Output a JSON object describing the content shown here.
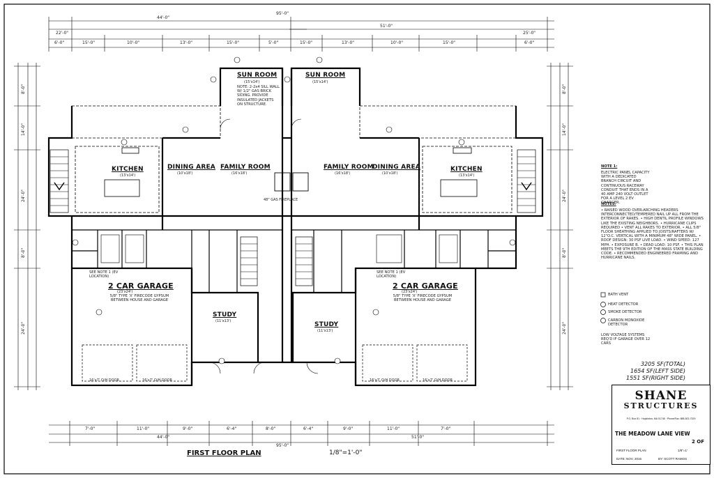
{
  "plan": {
    "title": "FIRST FLOOR PLAN",
    "scale": "1/8\"=1'-0\""
  },
  "rooms": {
    "sun_left": "SUN ROOM",
    "sun_left_dim": "(15'x14')",
    "sun_right": "SUN ROOM",
    "sun_right_dim": "(15'x14')",
    "kitchen_left": "KITCHEN",
    "kitchen_left_dim": "(13'x14')",
    "dining_left": "DINING AREA",
    "dining_left_dim": "(10'x18')",
    "family_left": "FAMILY ROOM",
    "family_left_dim": "(16'x18')",
    "family_right": "FAMILY ROOM",
    "family_right_dim": "(16'x18')",
    "dining_right": "DINING AREA",
    "dining_right_dim": "(10'x18')",
    "kitchen_right": "KITCHEN",
    "kitchen_right_dim": "(13'x14')",
    "garage_left": "2 CAR GARAGE",
    "garage_left_dim": "(23'x24')",
    "garage_right": "2 CAR GARAGE",
    "garage_right_dim": "(23'x24')",
    "study_left": "STUDY",
    "study_left_dim": "(11'x13')",
    "study_right": "STUDY",
    "study_right_dim": "(11'x13')"
  },
  "notes": {
    "sun_note": "NOTE: 2-2x4 SILL WALL W/ 1/2\" GAS BRICK SIDING. PROVIDE INSULATED JACKETS ON STRUCTURE.",
    "garage_fire_left": "5/8\" TYPE 'X' FIRECODE GYPSUM BETWEEN HOUSE AND GARAGE",
    "garage_fire_right": "5/8\" TYPE 'X' FIRECODE GYPSUM BETWEEN HOUSE AND GARAGE",
    "see_note_left": "SEE NOTE 1 (EV LOCATION)",
    "see_note_right": "SEE NOTE 1 (EV LOCATION)",
    "fireplace": "48\" GAS FIREPLACE",
    "door_left_a": "16'x7' O/H DOOR",
    "door_left_b": "16'x7' O/H DOOR",
    "door_right_a": "16'x7' O/H DOOR",
    "door_right_b": "16'x7' O/H DOOR",
    "note1_title": "NOTE 1:",
    "note1_body": "ELECTRIC PANEL CAPACITY WITH A DEDICATED BRANCH CIRCUIT AND CONTINUOUS RACEWAY CONDUIT THAT ENDS IN A 40 AMP 240 VOLT OUTLET FOR A LEVEL 2 EV CHARGER.",
    "notes_title": "NOTES:",
    "notes_body": "• RAISED WOOD OVER-ARCHING HEADERS INTERCONNECTED/TEMPERED NAIL UP ALL FROM THE EXTERIOR OF RAKES. • HIGH DENTIL PROFILE WINDOWS LIKE THE EXISTING NEIGHBORS. • HURRICANE CLIPS REQUIRED • VENT ALL RAKES TO EXTERIOR. • ALL 5/8\" FLOOR SHEATHING APPLIED TO JOISTS/RAFTERS W/ 12\"O.C. VERTICAL WITH A MINIMUM 48\" WIDE PANEL. • ROOF DESIGN: 30 PSF LIVE LOAD. • WIND SPEED: 127 MPH. • EXPOSURE B. • DEAD LOAD: 10 PSF. • THIS PLAN MEETS THE 9TH EDITION OF THE MASS STATE BUILDING CODE. • RECOMMENDED ENGINEERED FRAMING AND HURRICANE NAILS.",
    "legend_bath": "BATH VENT",
    "legend_heat": "HEAT DETECTOR",
    "legend_smoke": "SMOKE DETECTOR",
    "legend_co": "CARBON MONOXIDE DETECTOR",
    "legend_low": "LOW VOLTAGE SYSTEMS REQ'D IF GARAGE OVER 12 CARS"
  },
  "areas": {
    "total": "3205 SF(TOTAL)",
    "left": "1654 SF(LEFT SIDE)",
    "right": "1551 SF(RIGHT SIDE)"
  },
  "title_block": {
    "company_top": "SHANE",
    "company_bottom": "STRUCTURES",
    "address": "P.O. Box 81 · Hopkinton, MA 01748 · Phone/Fax: 888-502-7329",
    "project": "THE MEADOW LANE VIEW",
    "sheet": "2 OF",
    "sheet_label": "FIRST FLOOR PLAN",
    "scale_label": "1/8\"=1'",
    "date": "DATE: NOV, 2016",
    "drawn": "BY: SCOTT RAMOS"
  },
  "dims": {
    "top_total": "95'-0\"",
    "top_left": "44'-0\"",
    "top_right": "51'-0\"",
    "bottom_total": "95'-0\"",
    "bottom_left": "44'-0\"",
    "bottom_right": "51'-0\"",
    "top_row": [
      "6'-0\"",
      "15'-0\"",
      "10'-0\"",
      "13'-0\"",
      "15'-0\"",
      "5'-0\"",
      "15'-0\"",
      "13'-0\"",
      "10'-0\"",
      "15'-0\"",
      "6'-0\""
    ],
    "bottom_row": [
      "7'-0\"",
      "11'-0\"",
      "9'-0\"",
      "6'-4\"",
      "8'-0\"",
      "6'-4\"",
      "9'-0\"",
      "11'-0\"",
      "7'-0\""
    ],
    "left_col": [
      "8'-0\"",
      "14'-0\"",
      "24'-0\"",
      "8'-0\"",
      "24'-0\""
    ],
    "right_col": [
      "8'-0\"",
      "14'-0\"",
      "24'-0\"",
      "8'-0\"",
      "24'-0\""
    ],
    "sub_left": "22'-0\"",
    "sub_right": "25'-0\""
  }
}
